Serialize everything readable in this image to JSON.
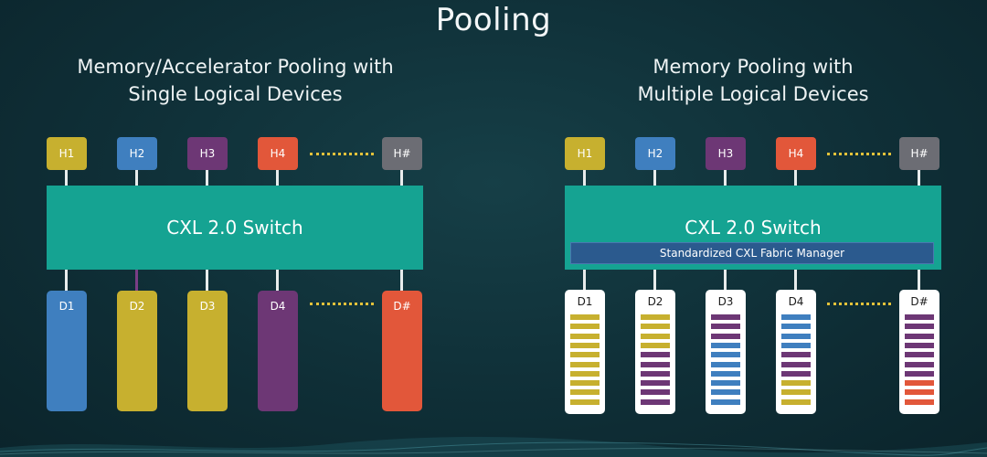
{
  "title": "Pooling",
  "colors": {
    "background": "#0f2f37",
    "switch": "#15a392",
    "fabric_manager": "#2b5a8e",
    "yellow": "#c7b02f",
    "blue": "#3f7fbf",
    "purple": "#6d3775",
    "orange": "#e2573a",
    "gray": "#6c6d74",
    "dotted_connector": "#e3c23a"
  },
  "left_panel": {
    "heading_line1": "Memory/Accelerator Pooling with",
    "heading_line2": "Single Logical Devices",
    "switch_label": "CXL 2.0 Switch",
    "hosts": [
      {
        "label": "H1",
        "color": "#c7b02f"
      },
      {
        "label": "H2",
        "color": "#3f7fbf"
      },
      {
        "label": "H3",
        "color": "#6d3775"
      },
      {
        "label": "H4",
        "color": "#e2573a"
      },
      {
        "label": "H#",
        "color": "#6c6d74"
      }
    ],
    "devices": [
      {
        "label": "D1",
        "color": "#3f7fbf"
      },
      {
        "label": "D2",
        "color": "#c7b02f"
      },
      {
        "label": "D3",
        "color": "#c7b02f"
      },
      {
        "label": "D4",
        "color": "#6d3775"
      },
      {
        "label": "D#",
        "color": "#e2573a"
      }
    ]
  },
  "right_panel": {
    "heading_line1": "Memory Pooling with",
    "heading_line2": "Multiple Logical Devices",
    "switch_label": "CXL 2.0 Switch",
    "fabric_manager_label": "Standardized CXL Fabric Manager",
    "hosts": [
      {
        "label": "H1",
        "color": "#c7b02f"
      },
      {
        "label": "H2",
        "color": "#3f7fbf"
      },
      {
        "label": "H3",
        "color": "#6d3775"
      },
      {
        "label": "H4",
        "color": "#e2573a"
      },
      {
        "label": "H#",
        "color": "#6c6d74"
      }
    ],
    "devices": [
      {
        "label": "D1",
        "slices": [
          "yellow",
          "yellow",
          "yellow",
          "yellow",
          "yellow",
          "yellow",
          "yellow",
          "yellow",
          "yellow",
          "yellow"
        ]
      },
      {
        "label": "D2",
        "slices": [
          "yellow",
          "yellow",
          "yellow",
          "yellow",
          "purple",
          "purple",
          "purple",
          "purple",
          "purple",
          "purple"
        ]
      },
      {
        "label": "D3",
        "slices": [
          "purple",
          "purple",
          "purple",
          "blue",
          "blue",
          "blue",
          "blue",
          "blue",
          "blue",
          "blue"
        ]
      },
      {
        "label": "D4",
        "slices": [
          "blue",
          "blue",
          "blue",
          "blue",
          "purple",
          "purple",
          "purple",
          "yellow",
          "yellow",
          "yellow"
        ]
      },
      {
        "label": "D#",
        "slices": [
          "purple",
          "purple",
          "purple",
          "purple",
          "purple",
          "purple",
          "purple",
          "orange",
          "orange",
          "orange"
        ]
      }
    ]
  }
}
